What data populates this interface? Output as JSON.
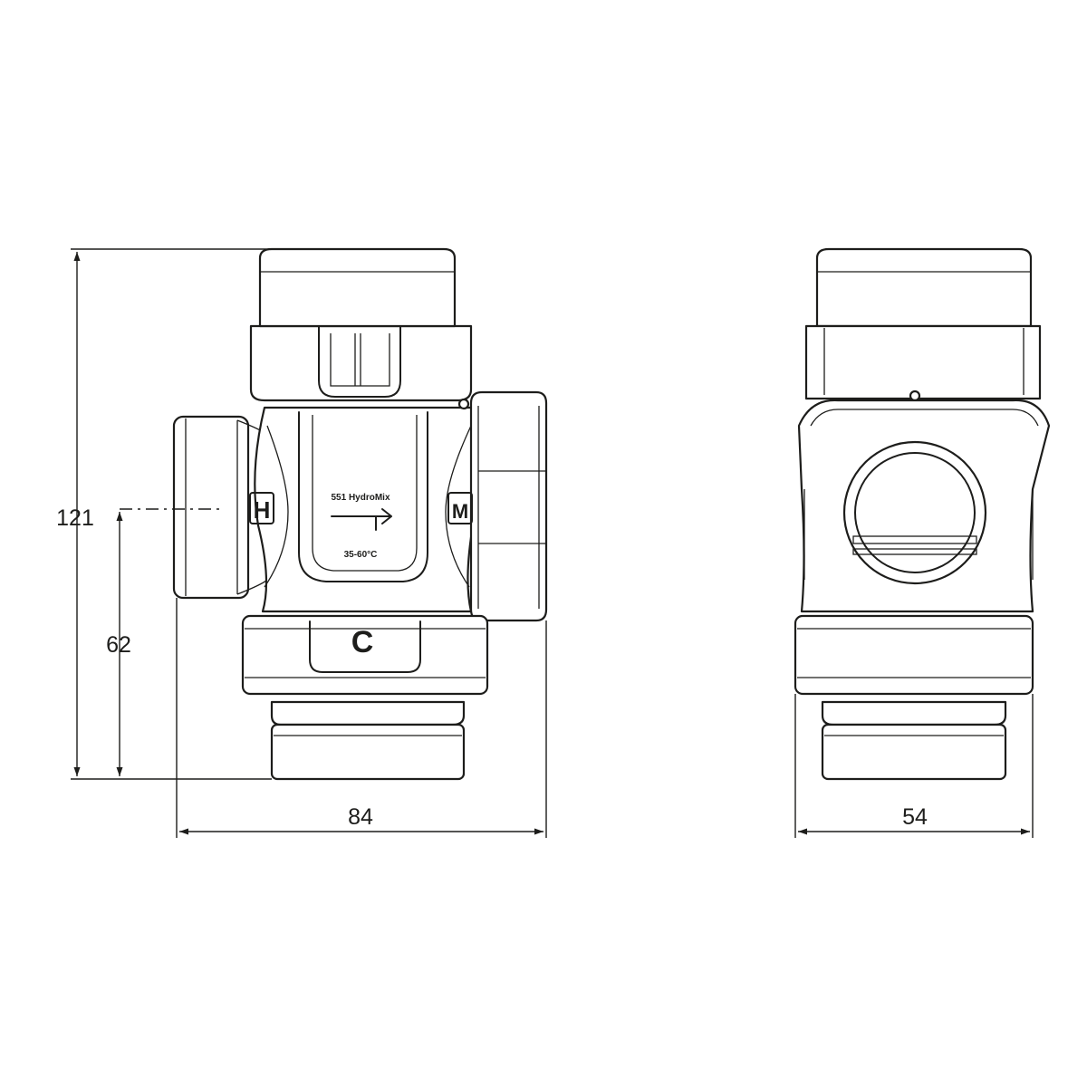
{
  "dimensions": {
    "overall_height": "121",
    "port_height": "62",
    "front_width": "84",
    "side_width": "54"
  },
  "markings": {
    "port_left": "H",
    "port_right": "M",
    "port_bottom": "C",
    "model_label": "551 HydroMix",
    "temperature_range": "35-60°C"
  },
  "colors": {
    "line": "#1d1d1b",
    "background": "#ffffff"
  }
}
